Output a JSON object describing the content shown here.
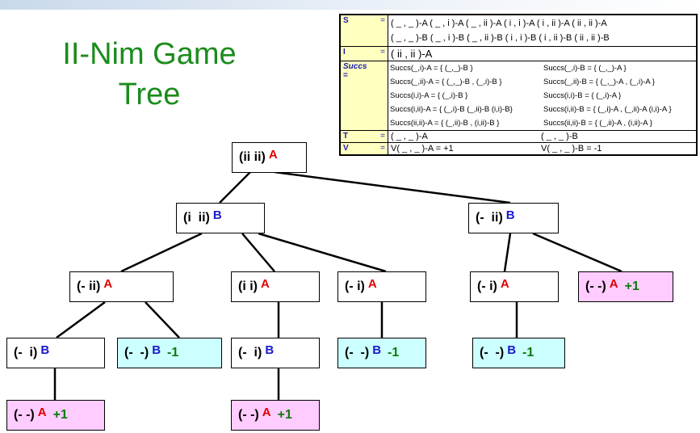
{
  "title": [
    "II-Nim Game Tree"
  ],
  "title_lines": [
    "II-Nim Game",
    "Tree"
  ],
  "definition_table": {
    "S": {
      "key": "S",
      "eq": "=",
      "lines": [
        "( _ , _ )-A ( _ , i )-A ( _ , ii )-A ( i , i )-A ( i , ii )-A ( ii , ii )-A",
        "( _ , _ )-B ( _ , i )-B ( _ , ii )-B ( i , i )-B ( i , ii )-B ( ii , ii )-B"
      ]
    },
    "I": {
      "key": "I",
      "eq": "=",
      "value": "( ii , ii )-A"
    },
    "Succs": {
      "key": "Succs",
      "eq": "=",
      "rows": [
        [
          "Succs(_,i)-A = { (_,_)-B }",
          "Succs(_,i)-B = { (_,_)-A }"
        ],
        [
          "Succs(_,ii)-A = { (_,_)-B , (_,i)-B }",
          "Succs(_,ii)-B = { (_,_)-A , (_,i)-A }"
        ],
        [
          "Succs(i,i)-A = { (_,i)-B }",
          "Succs(i,i)-B = { (_,i)-A }"
        ],
        [
          "Succs(i,ii)-A = { (_,i)-B (_,ii)-B (i,i)-B}",
          "Succs(i,ii)-B = { (_,i)-A , (_,ii)-A (i,i)-A }"
        ],
        [
          "Succs(ii,ii)-A = { (_,ii)-B , (i,ii)-B }",
          "Succs(ii,ii)-B = { (_,ii)-A , (i,ii)-A }"
        ]
      ]
    },
    "T": {
      "key": "T",
      "eq": "=",
      "values": [
        "( _ , _ )-A",
        "( _ , _ )-B"
      ]
    },
    "V": {
      "key": "V",
      "eq": "=",
      "values": [
        "V( _ , _ )-A = +1",
        "V( _ , _ )-B = -1"
      ]
    }
  },
  "nodes": [
    {
      "state": "(ii ii)",
      "player": "A"
    },
    {
      "state": "(i  ii)",
      "player": "B"
    },
    {
      "state": "(-  ii)",
      "player": "B"
    },
    {
      "state": "(- ii)",
      "player": "A"
    },
    {
      "state": "(i i)",
      "player": "A"
    },
    {
      "state": "(- i)",
      "player": "A"
    },
    {
      "state": "(- i)",
      "player": "A"
    },
    {
      "state": "(- -)",
      "player": "A",
      "value": "+1"
    },
    {
      "state": "(-  i)",
      "player": "B"
    },
    {
      "state": "(-  -)",
      "player": "B",
      "value": "-1"
    },
    {
      "state": "(-  i)",
      "player": "B"
    },
    {
      "state": "(-  -)",
      "player": "B",
      "value": "-1"
    },
    {
      "state": "(-  -)",
      "player": "B",
      "value": "-1"
    },
    {
      "state": "(- -)",
      "player": "A",
      "value": "+1"
    },
    {
      "state": "(- -)",
      "player": "A",
      "value": "+1"
    }
  ],
  "colors": {
    "A": "#e00000",
    "B": "#1a1acc",
    "terminal_win": "#ffccff",
    "terminal_loss": "#ccffff",
    "title": "#1b8c1b"
  }
}
